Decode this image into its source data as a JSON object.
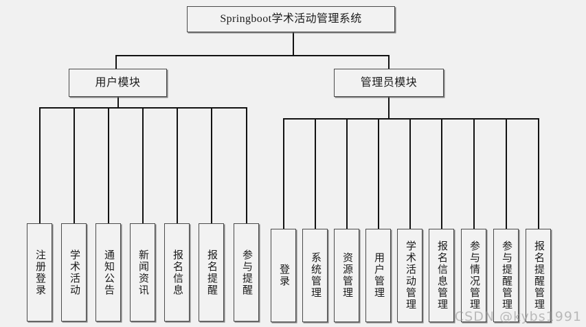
{
  "diagram": {
    "kind": "system-structure-tree",
    "background_color": "#f1f1f1",
    "box_fill_color": "#f2f2f2",
    "box_border_color": "#4a4a4a",
    "line_color": "#111111",
    "root": {
      "label": "Springboot学术活动管理系统"
    },
    "modules": [
      {
        "id": "user",
        "label": "用户模块"
      },
      {
        "id": "admin",
        "label": "管理员模块"
      }
    ],
    "user_leaves": [
      {
        "label": "注册登录"
      },
      {
        "label": "学术活动"
      },
      {
        "label": "通知公告"
      },
      {
        "label": "新闻资讯"
      },
      {
        "label": "报名信息"
      },
      {
        "label": "报名提醒"
      },
      {
        "label": "参与提醒"
      }
    ],
    "admin_leaves": [
      {
        "label": "登录"
      },
      {
        "label": "系统管理"
      },
      {
        "label": "资源管理"
      },
      {
        "label": "用户管理"
      },
      {
        "label": "学术活动管理"
      },
      {
        "label": "报名信息管理"
      },
      {
        "label": "参与情况管理"
      },
      {
        "label": "参与提醒管理"
      },
      {
        "label": "报名提醒管理"
      }
    ]
  },
  "watermark": {
    "text": "CSDN @kybs1991"
  }
}
